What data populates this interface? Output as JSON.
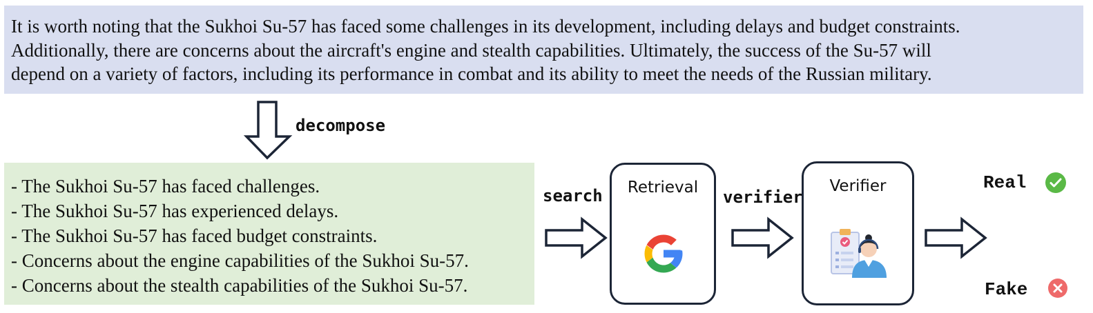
{
  "paragraph": {
    "lines": [
      "It is worth noting that the Sukhoi Su-57 has faced some challenges in its development, including delays and budget constraints.",
      "Additionally, there are concerns about the aircraft's engine and stealth capabilities. Ultimately, the success of the Su-57 will",
      "depend on a variety of factors, including its performance in combat and its ability to meet the needs of the Russian military."
    ]
  },
  "decompose_label": "decompose",
  "claims": [
    "- The Sukhoi Su-57 has faced challenges.",
    "- The Sukhoi Su-57 has experienced delays.",
    "- The Sukhoi Su-57 has faced budget constraints.",
    "- Concerns about the engine capabilities of the Sukhoi Su-57.",
    "- Concerns about the stealth capabilities of the Sukhoi Su-57."
  ],
  "search_label": "search",
  "retrieval": {
    "title": "Retrieval",
    "icon": "google-logo"
  },
  "verifier_label": "verifier",
  "verifier_box": {
    "title": "Verifier",
    "icon": "verifier-person"
  },
  "outcomes": {
    "real": {
      "label": "Real",
      "icon": "check-circle",
      "color": "#5ab946"
    },
    "fake": {
      "label": "Fake",
      "icon": "x-circle",
      "color": "#ee6a6a"
    }
  },
  "colors": {
    "paragraph_bg": "#d9def0",
    "claims_bg": "#e0eed8",
    "outline": "#1c2536"
  }
}
